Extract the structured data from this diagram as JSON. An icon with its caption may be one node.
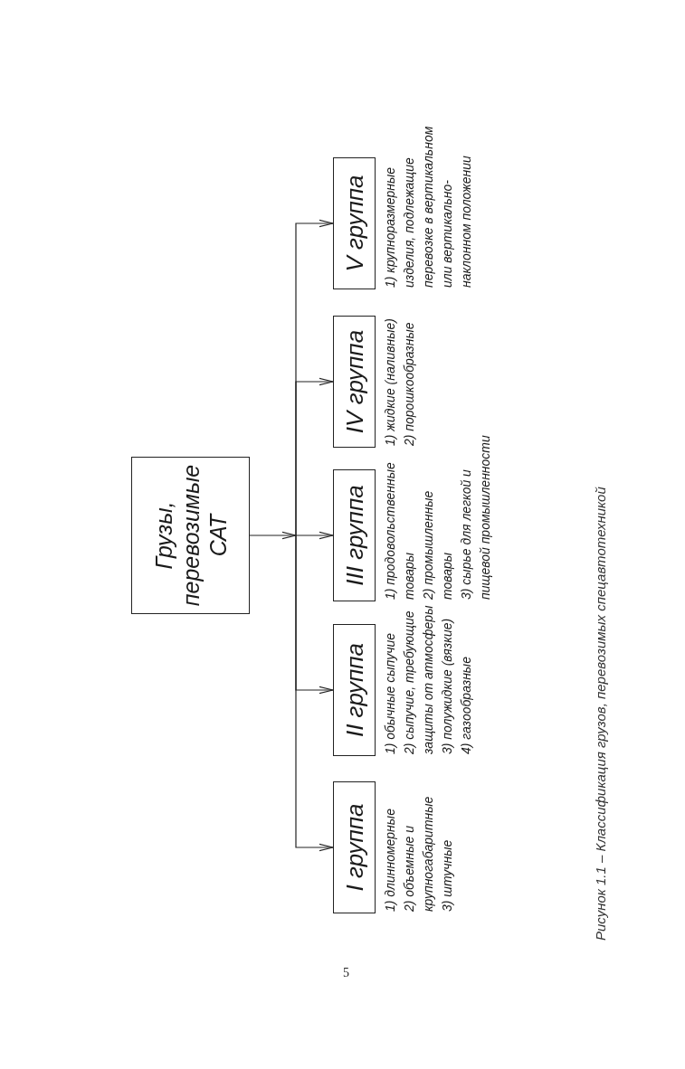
{
  "diagram": {
    "caption": "Рисунок 1.1 – Классификация грузов, перевозимых спецавтотехникой",
    "nodes": [
      {
        "text": [
          "Грузы, перевозимые САТ"
        ]
      },
      {
        "text": [
          "I группа"
        ],
        "beside": [
          "1) длинномерные",
          "2) объемные и крупногабаритные",
          "3) штучные"
        ]
      },
      {
        "text": [
          "II группа"
        ],
        "beside": [
          "1) обычные сыпучие",
          "2) сыпучие, требующие защиты от атмосферы",
          "3) полужидкие (вязкие)",
          "4) газообразные"
        ]
      },
      {
        "text": [
          "III группа"
        ],
        "beside": [
          "1) продовольственные товары",
          "2) промышленные товары",
          "3) сырье для легкой и пищевой промышленности"
        ]
      },
      {
        "text": [
          "IV группа"
        ],
        "beside": [
          "1) жидкие (наливные)",
          "2) порошкообразные"
        ]
      },
      {
        "text": [
          "V группа"
        ],
        "beside": [
          "1) крупноразмерные изделия, подлежащие перевозке в вертикальном или вертикально-наклонном положении"
        ]
      }
    ],
    "edges": [
      {
        "from": 0,
        "to": 1,
        "arrow": "to"
      },
      {
        "from": 0,
        "to": 2,
        "arrow": "to"
      },
      {
        "from": 0,
        "to": 3,
        "arrow": "to"
      },
      {
        "from": 0,
        "to": 4,
        "arrow": "to"
      },
      {
        "from": 0,
        "to": 5,
        "arrow": "to"
      }
    ],
    "labels": [
      "5"
    ]
  }
}
